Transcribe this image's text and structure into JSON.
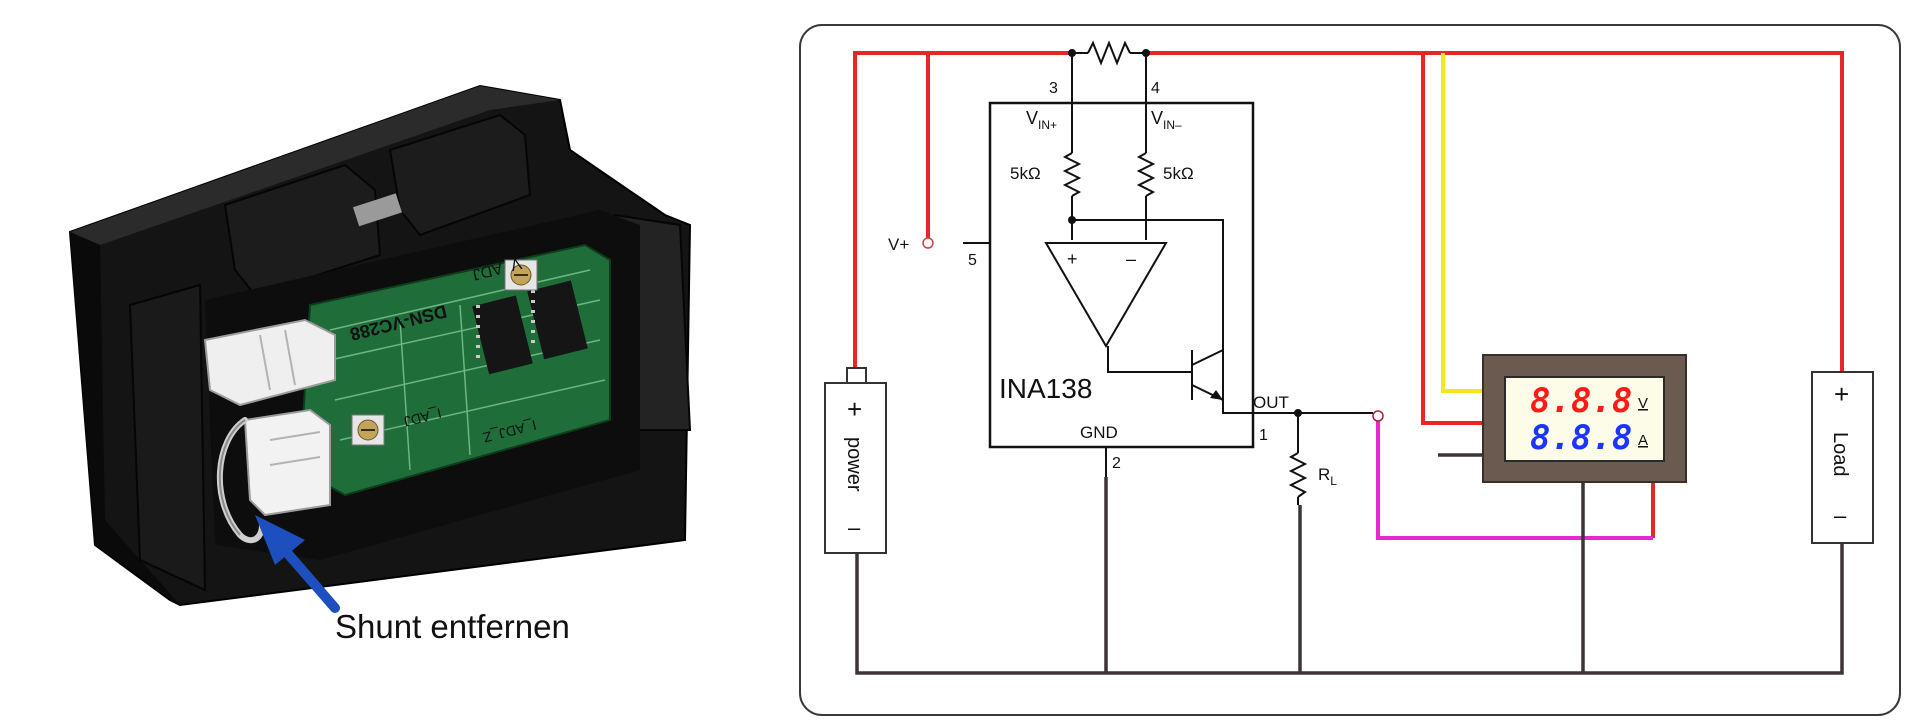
{
  "photo": {
    "annotation": "Shunt entfernen",
    "pcb_texts": [
      "V_ADJ",
      "DSN-VC288",
      "I_ADJ",
      "I_ADJ_Z"
    ]
  },
  "circuit": {
    "chip_name": "INA138",
    "pins": {
      "p3": "3",
      "p4": "4",
      "p5": "5",
      "p1": "1",
      "p2": "2"
    },
    "vin_plus": "V",
    "vin_plus_sub": "IN+",
    "vin_minus": "V",
    "vin_minus_sub": "IN–",
    "r_left": "5kΩ",
    "r_right": "5kΩ",
    "amp_plus": "+",
    "amp_minus": "–",
    "vplus_label": "V+",
    "gnd_label": "GND",
    "out_label": "OUT",
    "rl": "R",
    "rl_sub": "L",
    "power": {
      "plus": "+",
      "label": "power",
      "minus": "–"
    },
    "load": {
      "plus": "+",
      "label": "Load",
      "minus": "–"
    },
    "meter": {
      "top_digits": "8.8.8",
      "top_unit": "V",
      "bottom_digits": "8.8.8",
      "bottom_unit": "A"
    }
  },
  "colors": {
    "wire_red": "#e8262a",
    "wire_yellow": "#f5e61a",
    "wire_magenta": "#e62ad2",
    "wire_dark": "#3d3535",
    "arrow_blue": "#1d4fbf",
    "pcb_green": "#1f6e3a",
    "meter_red": "#ff1a1a",
    "meter_blue": "#1a35ff"
  }
}
